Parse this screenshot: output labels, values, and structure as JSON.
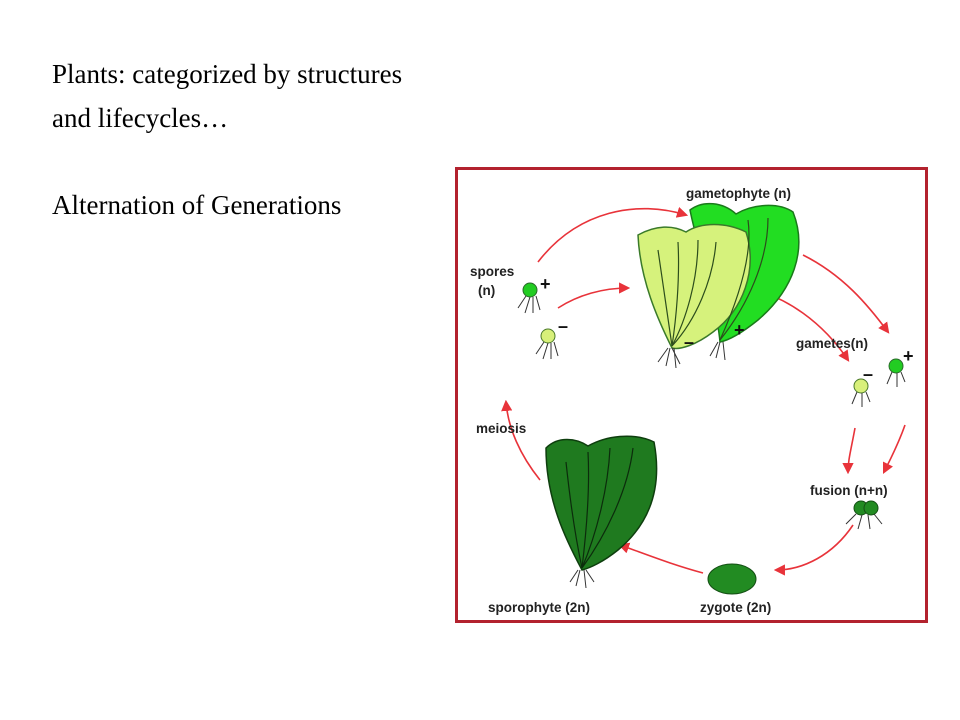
{
  "slide": {
    "title_line1": "Plants: categorized by structures",
    "title_line2": "and lifecycles…",
    "subtitle": "Alternation of Generations"
  },
  "diagram": {
    "labels": {
      "gametophyte": "gametophyte (n)",
      "spores_line1": "spores",
      "spores_line2": "(n)",
      "gametes": "gametes(n)",
      "fusion": "fusion (n+n)",
      "zygote": "zygote (2n)",
      "sporophyte": "sporophyte (2n)",
      "meiosis": "meiosis"
    },
    "signs": {
      "plus": "+",
      "minus": "–"
    },
    "colors": {
      "frame": "#b3222e",
      "arrow": "#e8333a",
      "leaf_dark_green": "#2f8f2f",
      "leaf_bright_green": "#22dd22",
      "leaf_light_green": "#d4f07a",
      "sporophyte_green": "#1f7a1f",
      "zygote_green": "#228b22"
    }
  }
}
